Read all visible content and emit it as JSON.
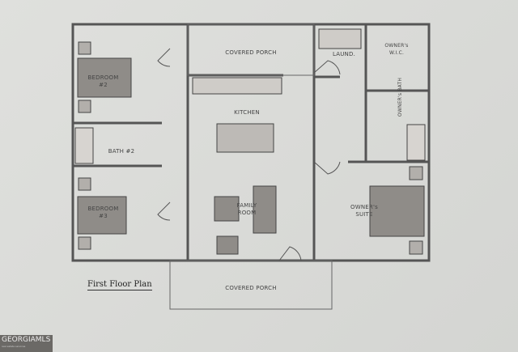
{
  "plan": {
    "title": "First Floor Plan",
    "rooms": {
      "covered_porch_top": "COVERED PORCH",
      "bedroom2": "BEDROOM #2",
      "bath2": "BATH #2",
      "bedroom3": "BEDROOM #3",
      "kitchen": "KITCHEN",
      "family_room": "FAMILY ROOM",
      "laundry": "LAUND.",
      "owners_wic": "OWNER's W.I.C.",
      "owners_bath": "OWNER's BATH",
      "owners_suite": "OWNER's SUITE",
      "covered_porch_bottom": "COVERED PORCH"
    }
  },
  "watermark": {
    "brand": "GEORGIAMLS",
    "tagline": "real estate services"
  },
  "colors": {
    "wall": "#555555",
    "furniture": "#8f8c88",
    "paper": "#dcddda"
  }
}
